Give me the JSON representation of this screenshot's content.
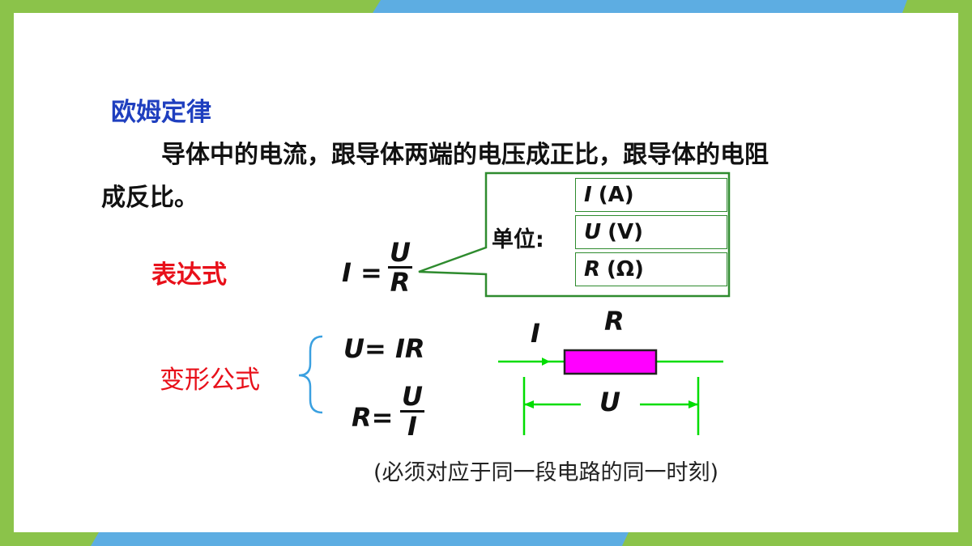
{
  "title": "欧姆定律",
  "statement": {
    "line1": "导体中的电流，跟导体两端的电压成正比，跟导体的电阻",
    "line2": "成反比。"
  },
  "expression": {
    "label": "表达式",
    "lhs": "I =",
    "numerator": "U",
    "denominator": "R"
  },
  "units": {
    "label": "单位:",
    "rows": [
      {
        "symbol": "I",
        "unit": "(A)"
      },
      {
        "symbol": "U",
        "unit": "(V)"
      },
      {
        "symbol": "R",
        "unit": "(Ω)"
      }
    ]
  },
  "deformation": {
    "label": "变形公式",
    "formula1": "U=  IR",
    "formula2_lhs": "R=",
    "formula2_numerator": "U",
    "formula2_denominator": "I"
  },
  "circuit": {
    "current_label": "I",
    "resistor_label": "R",
    "voltage_label": "U",
    "resistor_color": "#ff00ff",
    "wire_color": "#00dd00"
  },
  "note": "(必须对应于同一段电路的同一时刻)",
  "colors": {
    "frame": "#8bc34a",
    "accent_blue": "#5dade2",
    "title": "#1f3fbf",
    "red_label": "#e8101a",
    "bracket": "#3aa0e0",
    "box_border": "#2e8b2e"
  }
}
